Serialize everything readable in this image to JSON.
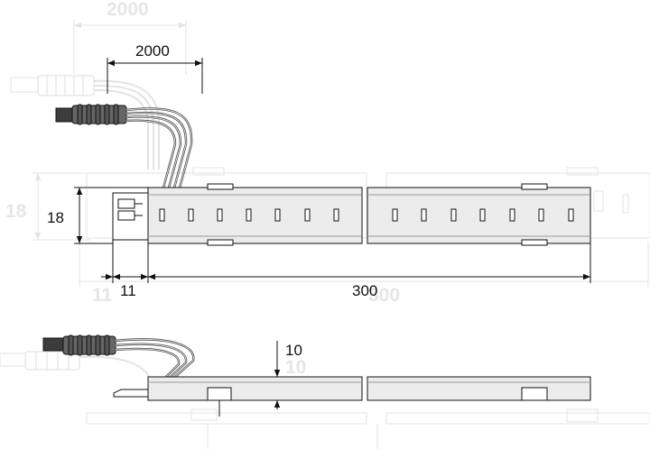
{
  "dimensions": {
    "ghost_cable_length": "2000",
    "cable_length": "2000",
    "ghost_height": "18",
    "height": "18",
    "ghost_connector_offset": "11",
    "connector_offset": "11",
    "ghost_strip_length": "300",
    "strip_length": "300",
    "ghost_thickness": "10",
    "thickness": "10"
  },
  "colors": {
    "outline": "#111111",
    "strip_fill": "#ececec",
    "ghost": "#e3e3e3",
    "connector_dark": "#555555",
    "wire": "#777777"
  }
}
